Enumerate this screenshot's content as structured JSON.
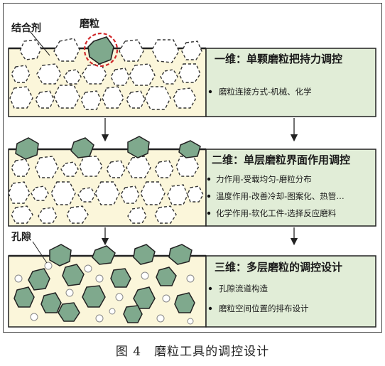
{
  "labels": {
    "binder": "结合剂",
    "grain": "磨粒",
    "pore": "孔隙"
  },
  "panels": [
    {
      "title": "一维：单颗磨粒把持力调控",
      "bullets": [
        "磨粒连接方式-机械、化学"
      ]
    },
    {
      "title": "二维：单层磨粒界面作用调控",
      "bullets": [
        "力作用-受载均匀-磨粒分布",
        "温度作用-改善冷却-图案化、热管…",
        "化学作用-软化工件-选择反应磨料"
      ]
    },
    {
      "title": "三维：多层磨粒的调控设计",
      "bullets": [
        "孔隙流道构造",
        "磨粒空间位置的排布设计"
      ]
    }
  ],
  "caption": "图 4　磨粒工具的调控设计",
  "colors": {
    "binder_fill": "#fbf6da",
    "panel_fill": "#e1edd7",
    "grain_fill": "#7fa98d",
    "grain_stroke": "#2a2a2a",
    "highlight": "#d0282a"
  }
}
